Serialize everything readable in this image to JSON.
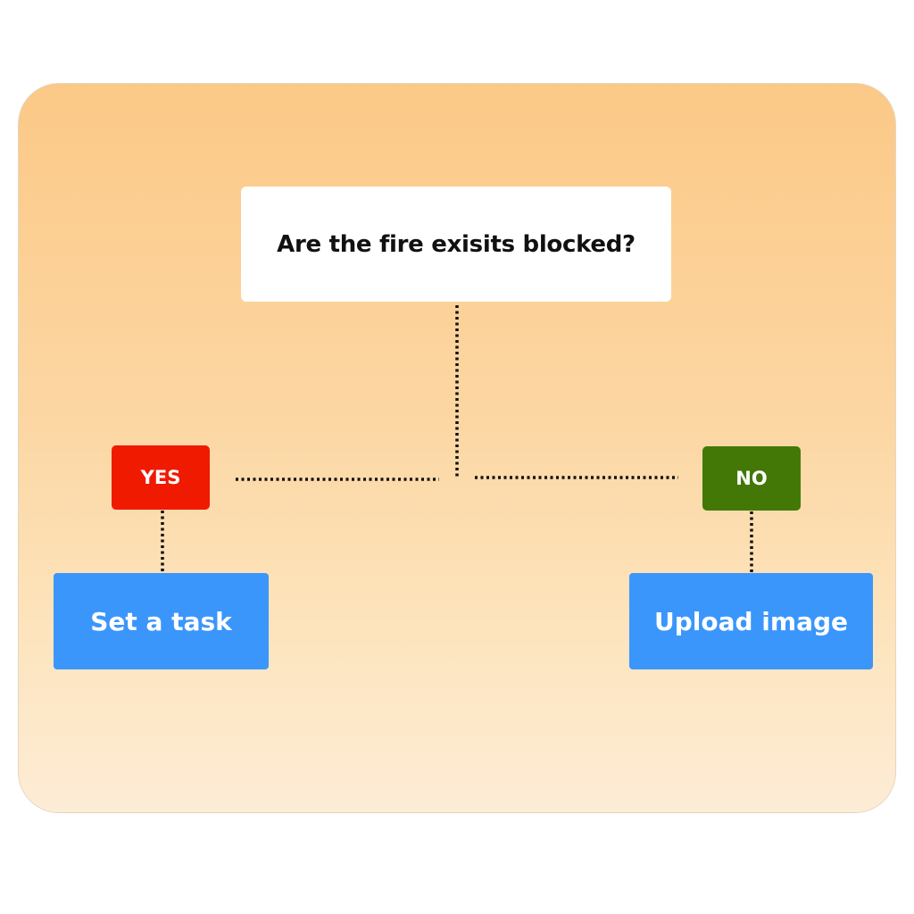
{
  "diagram": {
    "question": "Are the fire exisits blocked?",
    "yes_label": "YES",
    "no_label": "NO",
    "yes_action": "Set a task",
    "no_action": "Upload image"
  },
  "colors": {
    "yes": "#f01a00",
    "no": "#437807",
    "action": "#3a96fb",
    "connector": "#111111"
  }
}
